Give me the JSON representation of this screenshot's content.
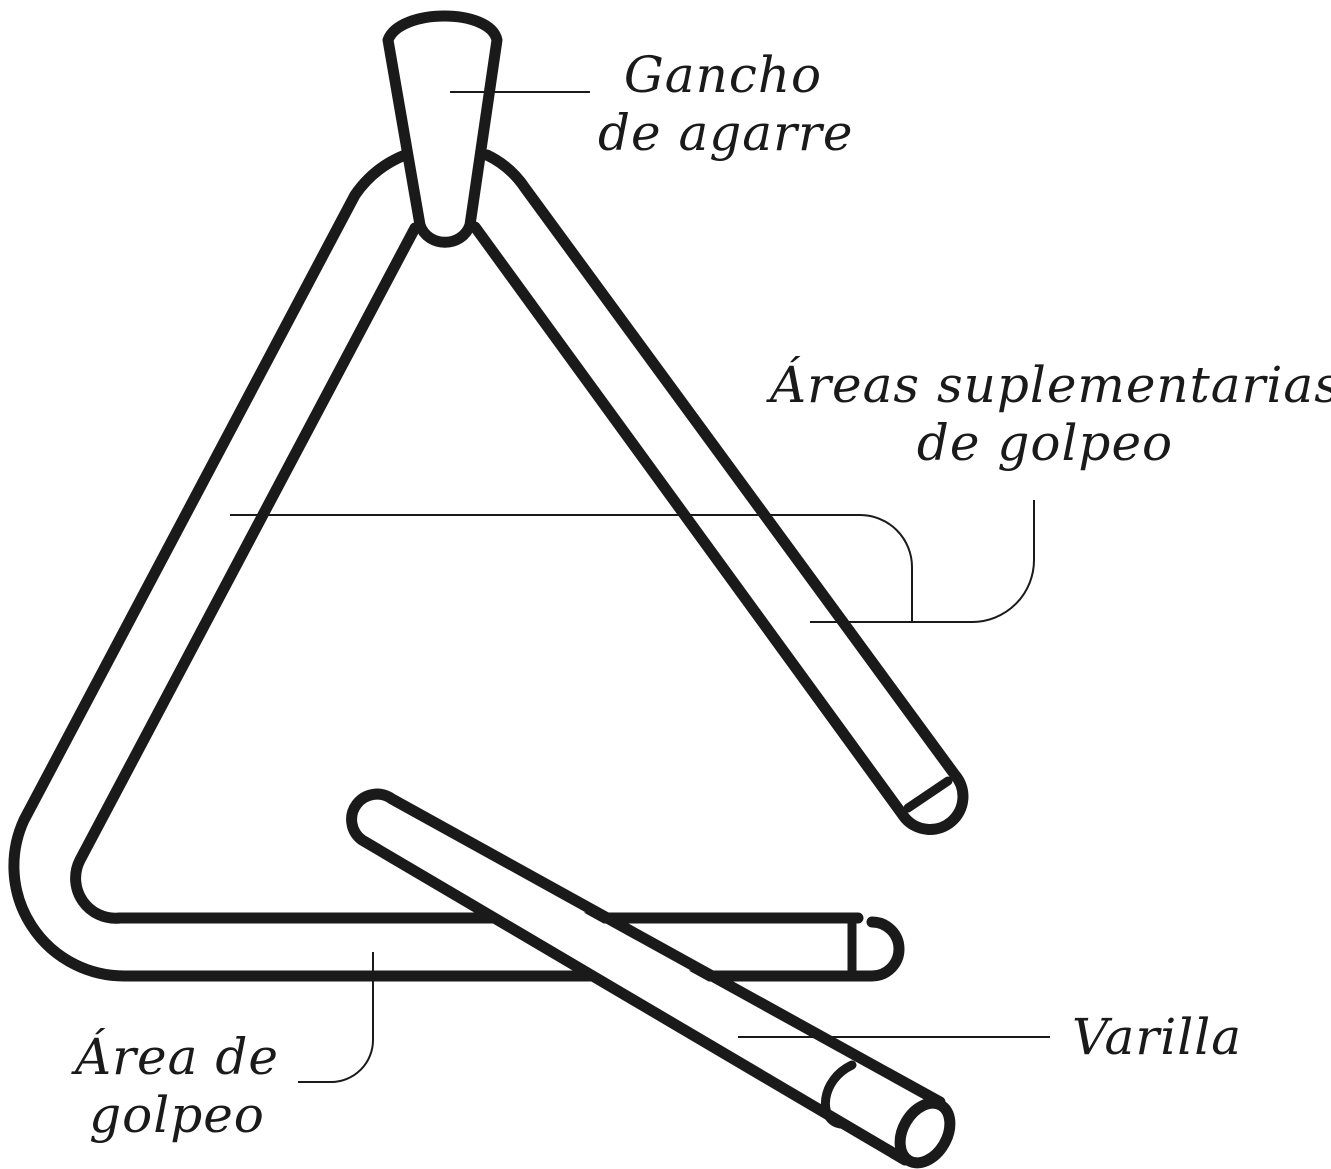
{
  "diagram": {
    "labels": {
      "gancho_line1": "Gancho",
      "gancho_line2": "de agarre",
      "areas_sup_line1": "Áreas suplementarias",
      "areas_sup_line2": "de golpeo",
      "area_golpeo_line1": "Área de",
      "area_golpeo_line2": "golpeo",
      "varilla": "Varilla"
    },
    "colors": {
      "stroke": "#1a1a1a",
      "fill": "#ffffff"
    }
  }
}
